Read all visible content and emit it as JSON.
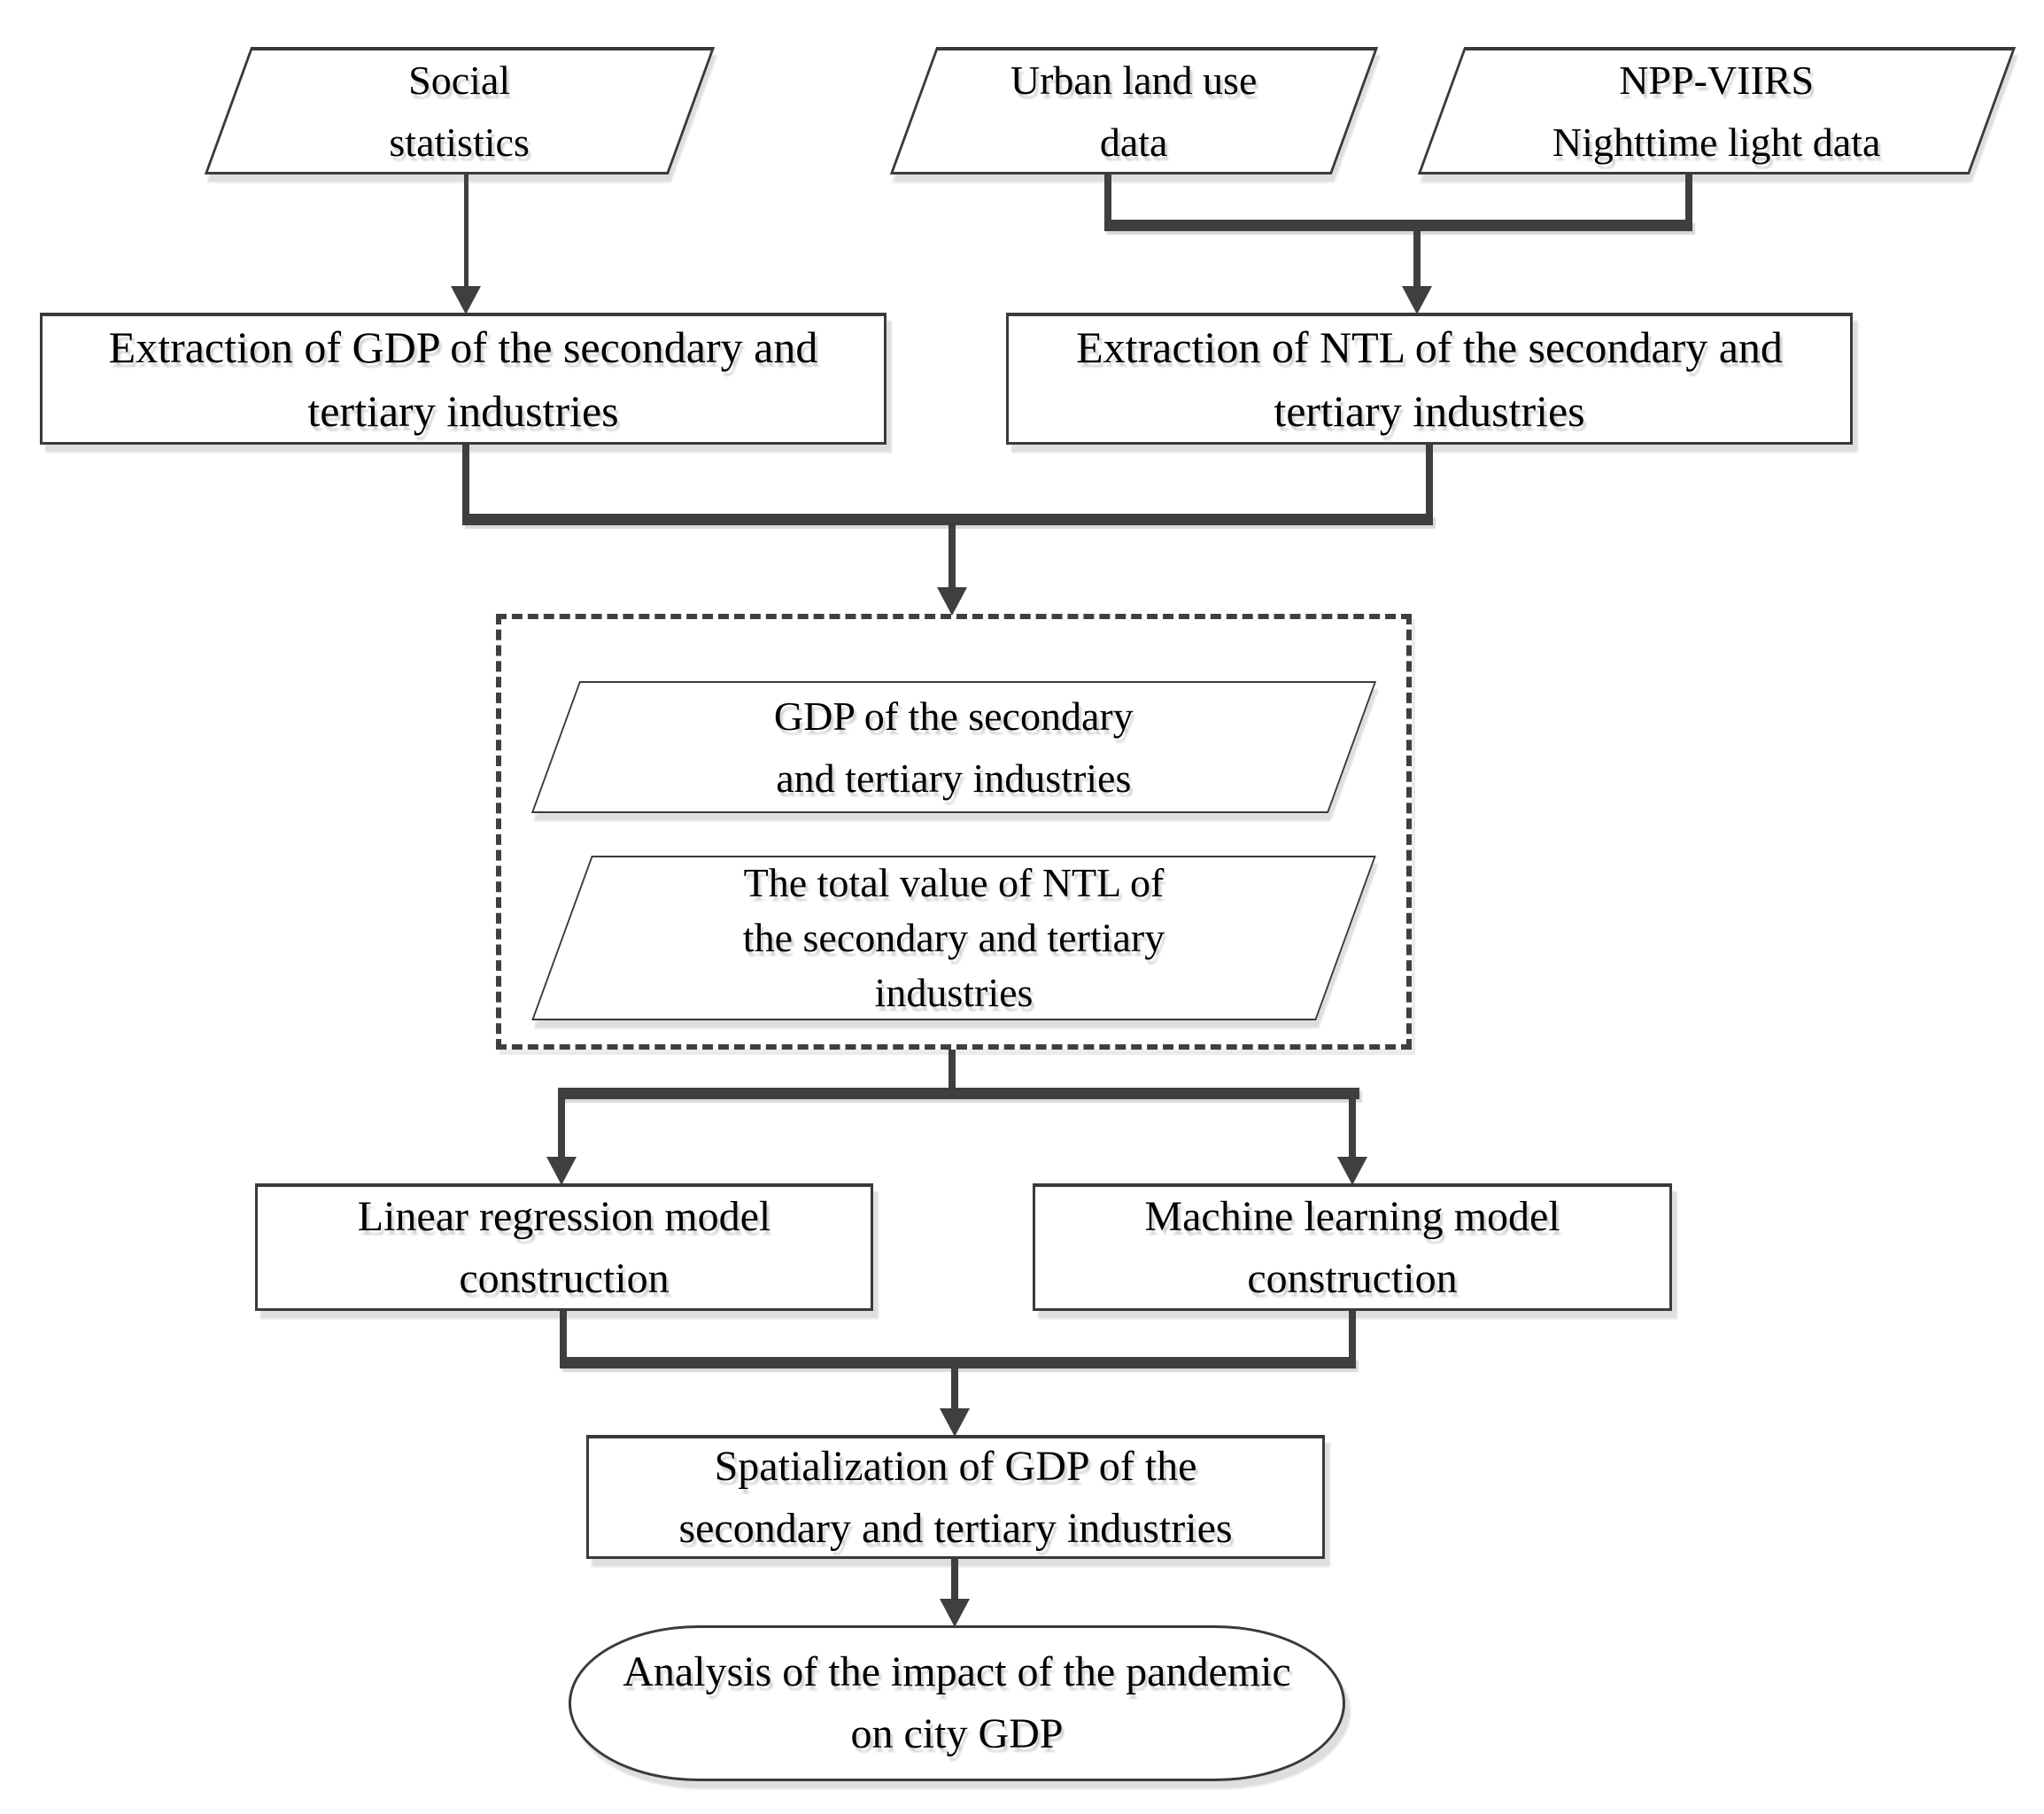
{
  "diagram": {
    "type": "flowchart",
    "background": "#ffffff",
    "stroke_color": "#3f3f3f",
    "border_color": "#3a3a3a",
    "text_color": "#000000",
    "nodes": {
      "social_statistics": {
        "shape": "parallelogram",
        "lines": [
          "Social",
          "statistics"
        ]
      },
      "urban_land_use": {
        "shape": "parallelogram",
        "lines": [
          "Urban land use",
          "data"
        ]
      },
      "npp_viirs": {
        "shape": "parallelogram",
        "lines": [
          "NPP-VIIRS",
          "Nighttime light data"
        ]
      },
      "extract_gdp": {
        "shape": "rectangle",
        "lines": [
          "Extraction of GDP of the secondary and",
          "tertiary industries"
        ]
      },
      "extract_ntl": {
        "shape": "rectangle",
        "lines": [
          "Extraction of NTL of the secondary and",
          "tertiary industries"
        ]
      },
      "gdp_secondary_tertiary": {
        "shape": "parallelogram",
        "group": "combined_dataset",
        "lines": [
          "GDP of the secondary",
          "and tertiary industries"
        ]
      },
      "ntl_total_value": {
        "shape": "parallelogram",
        "group": "combined_dataset",
        "lines": [
          "The total value of NTL of",
          "the secondary and tertiary",
          "industries"
        ]
      },
      "linear_regression": {
        "shape": "rectangle",
        "lines": [
          "Linear regression model",
          "construction"
        ]
      },
      "machine_learning": {
        "shape": "rectangle",
        "lines": [
          "Machine learning  model",
          "construction"
        ]
      },
      "spatialization": {
        "shape": "rectangle",
        "lines": [
          "Spatialization of GDP of the",
          "secondary and tertiary industries"
        ]
      },
      "analysis": {
        "shape": "stadium",
        "lines": [
          "Analysis of the impact of the pandemic",
          "on city GDP"
        ]
      }
    },
    "groups": {
      "combined_dataset": {
        "shape": "dashed-rectangle",
        "children": [
          "gdp_secondary_tertiary",
          "ntl_total_value"
        ]
      }
    },
    "edges": [
      {
        "from": "social_statistics",
        "to": "extract_gdp"
      },
      {
        "from": "urban_land_use",
        "to": "extract_ntl"
      },
      {
        "from": "npp_viirs",
        "to": "extract_ntl"
      },
      {
        "from": "extract_gdp",
        "to": "combined_dataset"
      },
      {
        "from": "extract_ntl",
        "to": "combined_dataset"
      },
      {
        "from": "combined_dataset",
        "to": "linear_regression"
      },
      {
        "from": "combined_dataset",
        "to": "machine_learning"
      },
      {
        "from": "linear_regression",
        "to": "spatialization"
      },
      {
        "from": "machine_learning",
        "to": "spatialization"
      },
      {
        "from": "spatialization",
        "to": "analysis"
      }
    ]
  }
}
